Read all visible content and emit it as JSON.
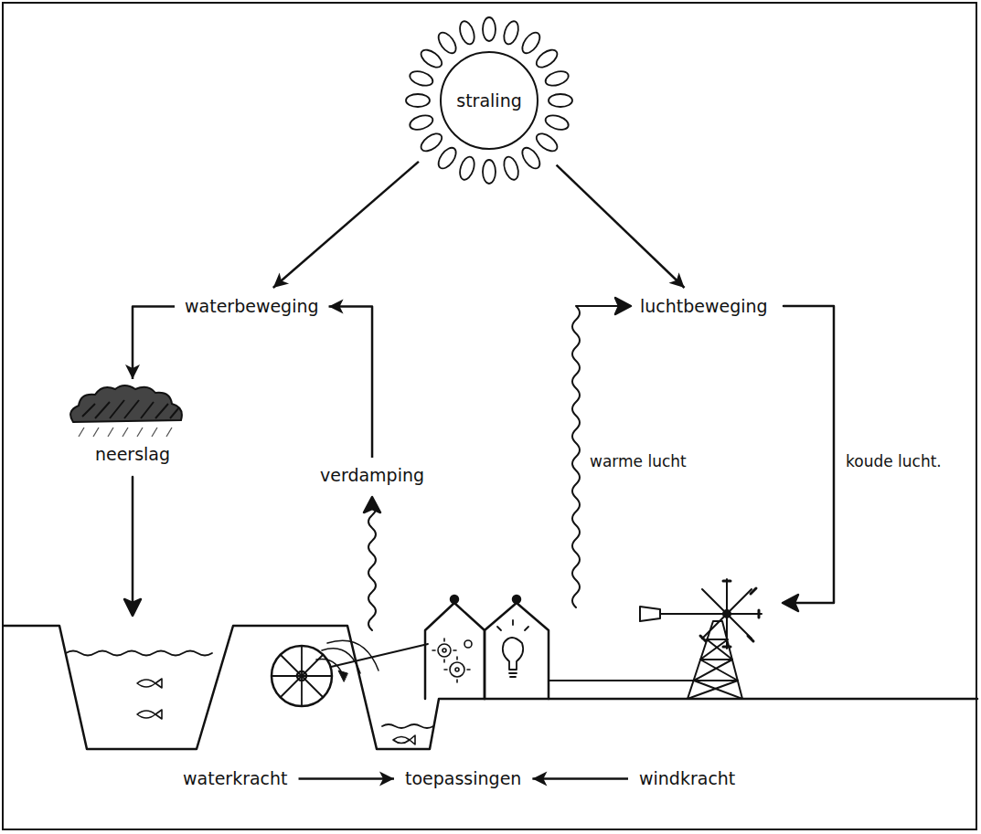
{
  "diagram": {
    "nodes": [
      {
        "text": [
          "straling"
        ]
      },
      {
        "text": [
          "waterbeweging"
        ]
      },
      {
        "text": [
          "luchtbeweging"
        ]
      },
      {
        "text": [
          "neerslag"
        ]
      },
      {
        "text": [
          "verdamping"
        ]
      },
      {
        "text": [
          "waterkracht"
        ]
      },
      {
        "text": [
          "toepassingen"
        ]
      },
      {
        "text": [
          "windkracht"
        ]
      }
    ],
    "edges": [
      {
        "from": 0,
        "to": 1,
        "arrow": "to"
      },
      {
        "from": 0,
        "to": 2,
        "arrow": "to"
      },
      {
        "from": 1,
        "to": 3,
        "arrow": "to"
      },
      {
        "from": 4,
        "to": 1,
        "arrow": "to"
      },
      {
        "from": 5,
        "to": 6,
        "arrow": "to"
      },
      {
        "from": 7,
        "to": 6,
        "arrow": "to"
      }
    ],
    "labels": [
      "warme lucht",
      "koude lucht."
    ]
  }
}
